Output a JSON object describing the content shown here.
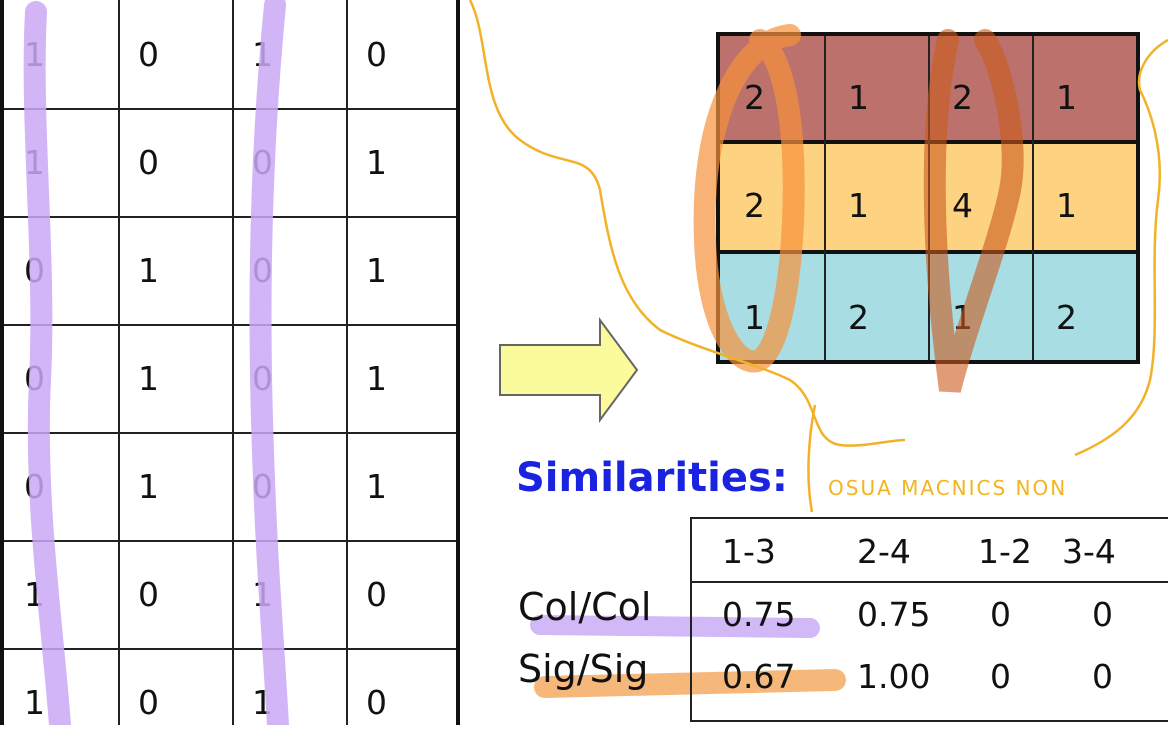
{
  "input_matrix": {
    "rows": [
      [
        "1",
        "0",
        "1",
        "0"
      ],
      [
        "1",
        "0",
        "0",
        "1"
      ],
      [
        "0",
        "1",
        "0",
        "1"
      ],
      [
        "0",
        "1",
        "0",
        "1"
      ],
      [
        "0",
        "1",
        "0",
        "1"
      ],
      [
        "1",
        "0",
        "1",
        "0"
      ],
      [
        "1",
        "0",
        "1",
        "0"
      ]
    ]
  },
  "signature_matrix": {
    "rows": [
      {
        "values": [
          "2",
          "1",
          "2",
          "1"
        ],
        "color": "#bd716c"
      },
      {
        "values": [
          "2",
          "1",
          "4",
          "1"
        ],
        "color": "#fdd382"
      },
      {
        "values": [
          "1",
          "2",
          "1",
          "2"
        ],
        "color": "#a8dde4"
      }
    ]
  },
  "similarities": {
    "heading": "Similarities:",
    "columns": [
      "1-3",
      "2-4",
      "1-2",
      "3-4"
    ],
    "rows": [
      {
        "label": "Col/Col",
        "values": [
          "0.75",
          "0.75",
          "0",
          "0"
        ],
        "highlight": "#c5a8f5"
      },
      {
        "label": "Sig/Sig",
        "values": [
          "0.67",
          "1.00",
          "0",
          "0"
        ],
        "highlight": "#f5a75a"
      }
    ]
  },
  "handwriting": "OSUA MACNICS NON",
  "colors": {
    "purple_highlight": "#c9a8f5",
    "orange_stroke": "#f2b228",
    "arrow_fill": "#fbfb9b",
    "heading_blue": "#1a23e0"
  }
}
